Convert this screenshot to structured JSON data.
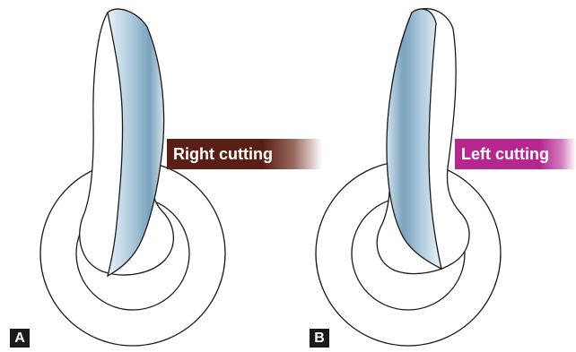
{
  "panels": [
    {
      "letter": "A",
      "tag": "Right cutting",
      "tag_color": "#5a1f14"
    },
    {
      "letter": "B",
      "tag": "Left cutting",
      "tag_color": "#b5268f"
    }
  ],
  "colors": {
    "blade_light": "#e9f2f8",
    "blade_mid": "#a9c6da",
    "blade_dark": "#6f98b3",
    "outline": "#1a1a1a"
  }
}
